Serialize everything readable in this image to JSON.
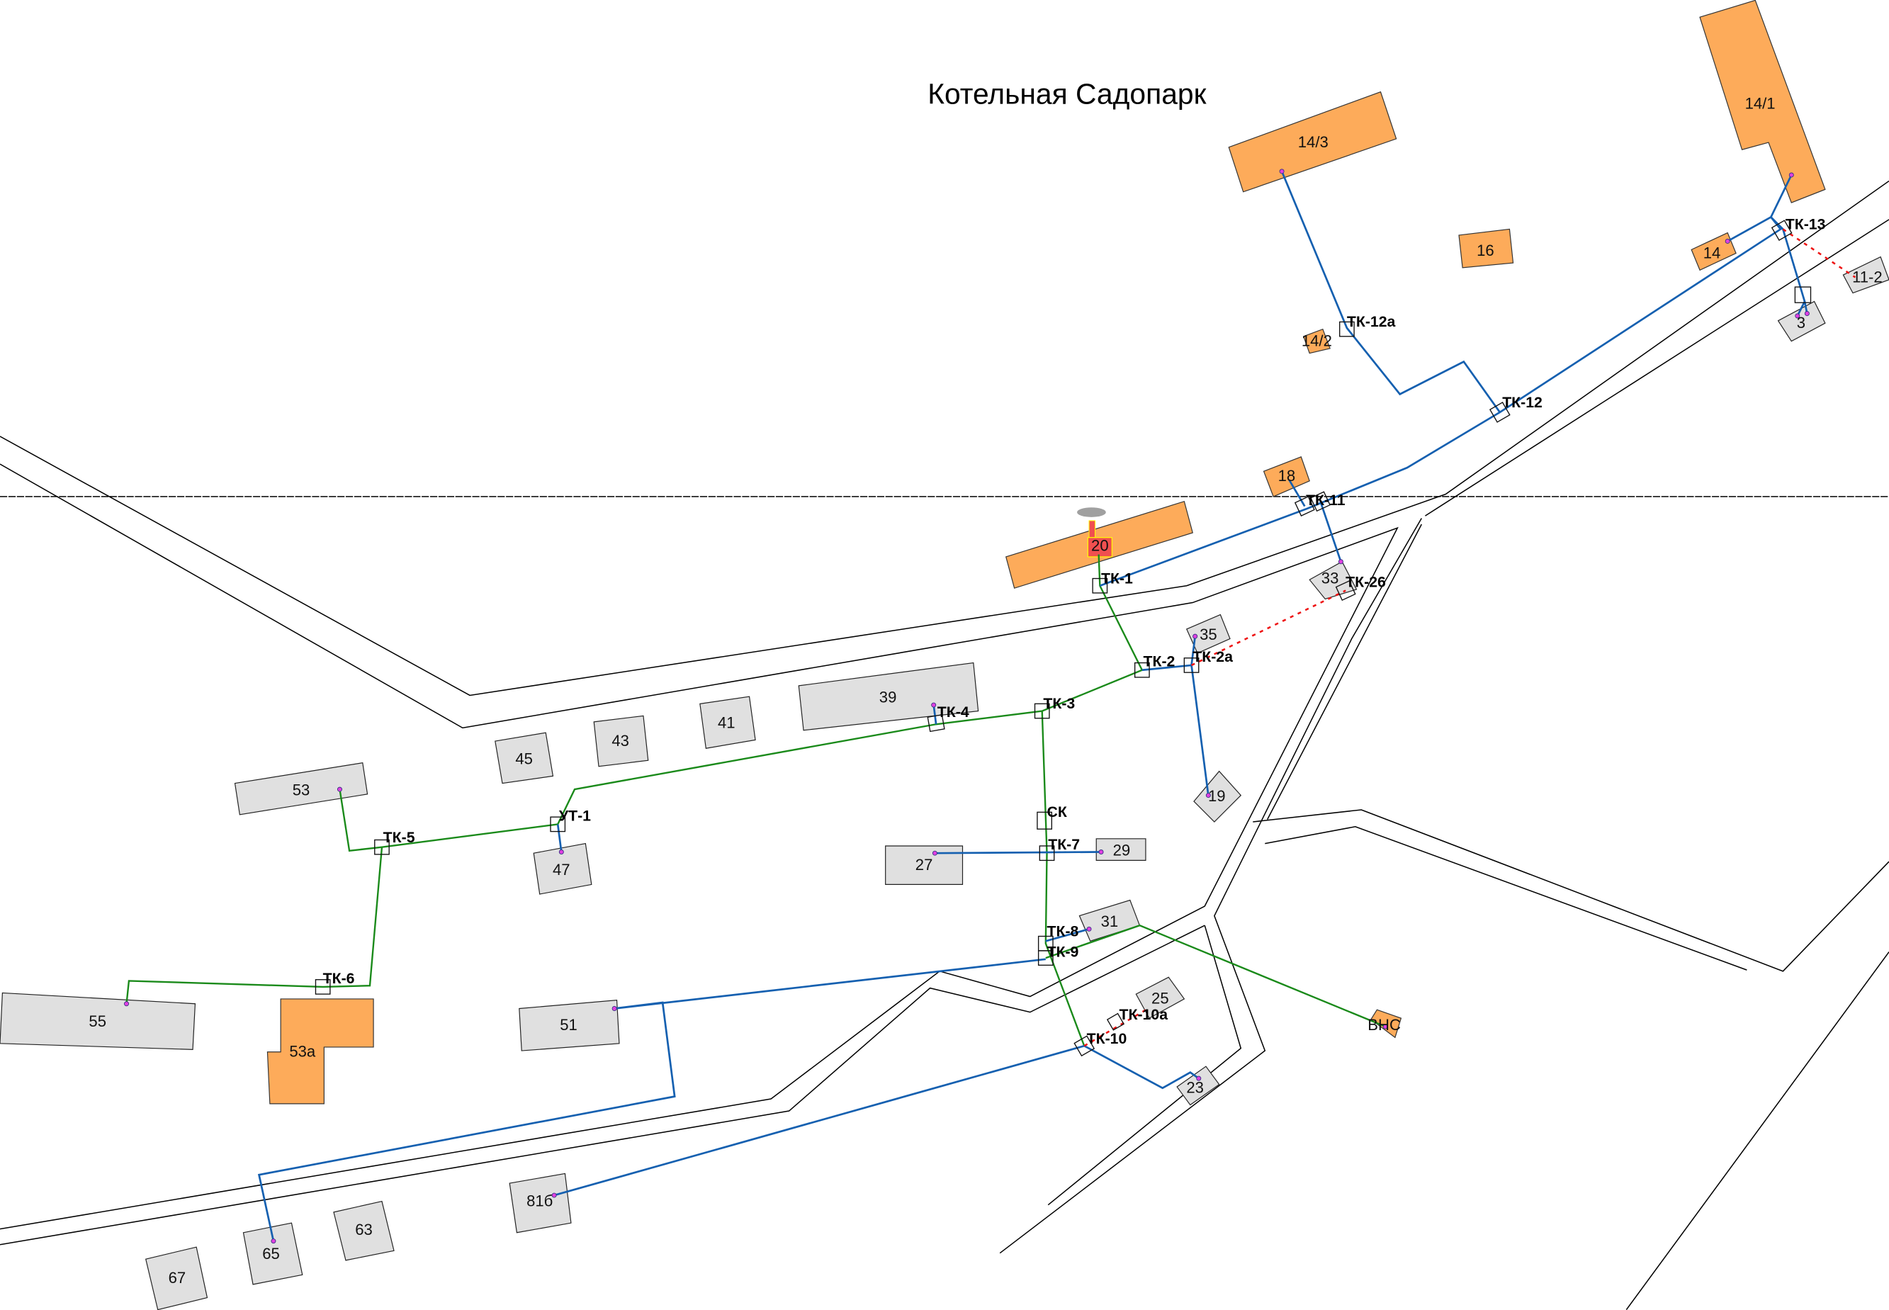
{
  "map": {
    "title": "Котельная Садопарк",
    "colors": {
      "heated_building": "#fdab5a",
      "other_building": "#e0e0e0",
      "supply_pipe": "#1560b0",
      "main_pipe": "#1a8a1a",
      "planned_pipe": "#ee1111",
      "boiler": "#f05050"
    },
    "buildings": [
      "14/1",
      "14/3",
      "16",
      "14",
      "11-2",
      "3",
      "14/2",
      "18",
      "20",
      "33",
      "35",
      "19",
      "39",
      "41",
      "43",
      "45",
      "53",
      "47",
      "27",
      "29",
      "31",
      "25",
      "ВНС",
      "23",
      "55",
      "53а",
      "51",
      "81б",
      "63",
      "65",
      "67"
    ],
    "nodes": [
      "ТК-13",
      "ТК-12а",
      "ТК-12",
      "ТК-11",
      "ТК-1",
      "ТК-26",
      "ТК-2",
      "ТК-2а",
      "ТК-3",
      "ТК-4",
      "УТ-1",
      "ТК-5",
      "СК",
      "ТК-7",
      "ТК-8",
      "ТК-9",
      "ТК-6",
      "ТК-10а",
      "ТК-10"
    ]
  }
}
